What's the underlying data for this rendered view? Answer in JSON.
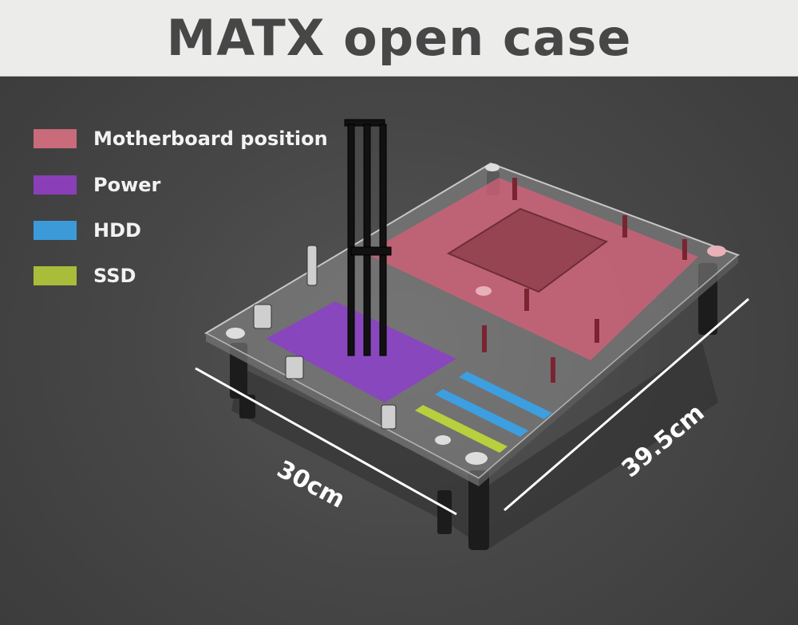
{
  "title": "MATX open case",
  "legend": [
    {
      "label": "Motherboard position",
      "color": "#c96b7a"
    },
    {
      "label": "Power",
      "color": "#8a3fb8"
    },
    {
      "label": "HDD",
      "color": "#3d9ad9"
    },
    {
      "label": "SSD",
      "color": "#a9bd3a"
    }
  ],
  "dimensions": {
    "width": "30cm",
    "depth": "39.5cm"
  },
  "colors": {
    "motherboard": "#d85f78",
    "power": "#8f3cd0",
    "hdd": "#3d9ee0",
    "ssd": "#b8cf3e",
    "plate": "#9a9a9a"
  }
}
